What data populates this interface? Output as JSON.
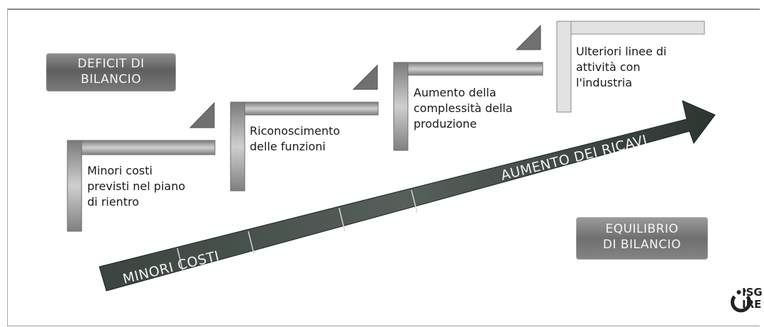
{
  "badges": {
    "deficit": [
      "DEFICIT DI",
      "BILANCIO"
    ],
    "equilibrio": [
      "EQUILIBRIO",
      "DI BILANCIO"
    ]
  },
  "steps": [
    {
      "lines": [
        "Minori costi",
        "previsti nel piano",
        "di rientro"
      ]
    },
    {
      "lines": [
        "Riconoscimento",
        "delle funzioni"
      ]
    },
    {
      "lines": [
        "Aumento della",
        "complessità della",
        "produzione"
      ]
    },
    {
      "lines": [
        "Ulteriori linee di",
        "attività con",
        "l'industria"
      ]
    }
  ],
  "arrow": {
    "left_label": "MINORI COSTI",
    "right_label": "AUMENTO DEI RICAVI"
  },
  "logo": {
    "line1": "ISG",
    "line2": "IRE"
  },
  "colors": {
    "arrow_dark": "#2f3a34",
    "arrow_light": "#6f7a73",
    "bracket": "#8c8c8c",
    "bracket_light": "#d8d8d8"
  }
}
